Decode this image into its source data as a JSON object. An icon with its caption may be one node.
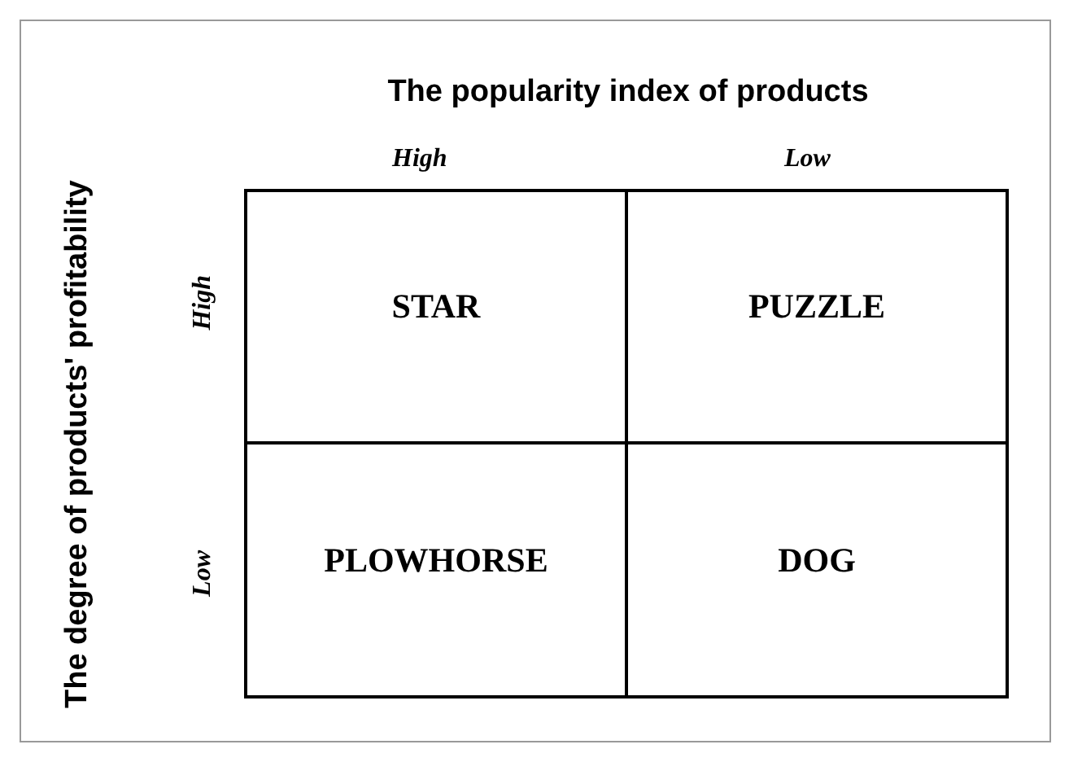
{
  "diagram": {
    "title": "The popularity index of products",
    "nodes": [
      {
        "text": [
          "STAR"
        ]
      },
      {
        "text": [
          "PUZZLE"
        ]
      },
      {
        "text": [
          "PLOWHORSE"
        ]
      },
      {
        "text": [
          "DOG"
        ]
      }
    ],
    "labels": [
      "High",
      "Low",
      "The degree of products' profitability",
      "High",
      "Low"
    ]
  }
}
